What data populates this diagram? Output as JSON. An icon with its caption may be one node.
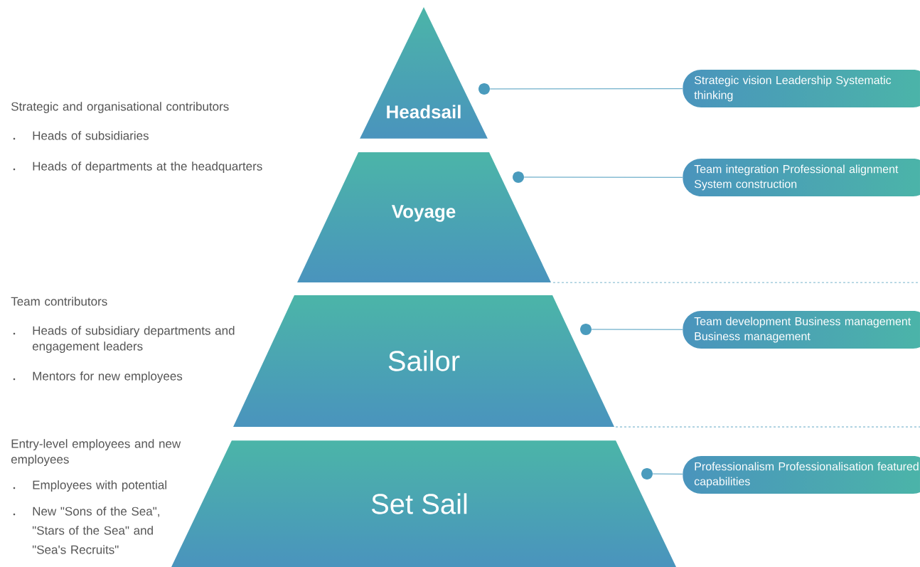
{
  "diagram": {
    "nodes": [
      {
        "text": [
          "Headsail"
        ]
      },
      {
        "text": [],
        "shape": "circle"
      },
      {
        "text": [
          "Strategic vision Leadership Systematic thinking"
        ]
      },
      {
        "text": [
          "Voyage"
        ]
      },
      {
        "text": [],
        "shape": "circle"
      },
      {
        "text": [
          "Team integration Professional alignment System construction"
        ]
      },
      {
        "text": [
          "Sailor"
        ]
      },
      {
        "text": [],
        "shape": "circle"
      },
      {
        "text": [
          "Team development Business management Business management"
        ]
      },
      {
        "text": [
          "Set Sail"
        ]
      },
      {
        "text": [],
        "shape": "circle"
      },
      {
        "text": [
          "Professionalism Professionalisation featured capabilities"
        ]
      }
    ],
    "edges": [
      {
        "from": 1,
        "to": 2,
        "arrow": "none"
      },
      {
        "from": 4,
        "to": 5,
        "arrow": "none"
      },
      {
        "from": 7,
        "to": 8,
        "arrow": "none"
      },
      {
        "from": 10,
        "to": 11,
        "arrow": "none"
      }
    ],
    "labels": [
      "Strategic and organisational contributors",
      "Heads of subsidiaries",
      "Heads of departments at the headquarters",
      "Team contributors",
      "Heads of subsidiary departments and engagement leaders",
      "Mentors for new employees",
      "Entry-level employees and new employees",
      "Employees with potential",
      "New \"Sons of the Sea\", \"Stars of the Sea\" and \"Sea's Recruits\""
    ]
  }
}
